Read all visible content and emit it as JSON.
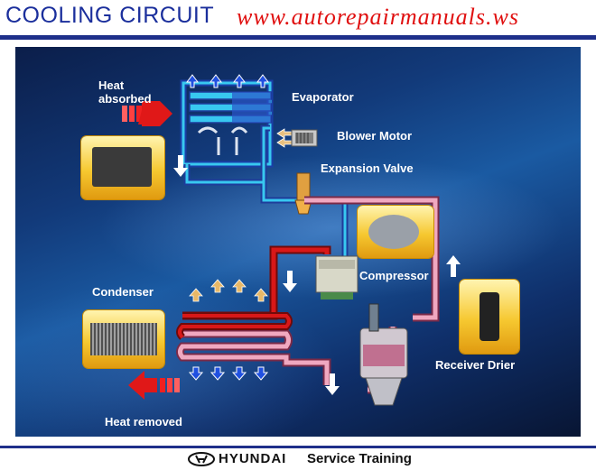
{
  "header": {
    "title": "COOLING CIRCUIT",
    "url": "www.autorepairmanuals.ws"
  },
  "labels": {
    "heat_absorbed": "Heat absorbed",
    "evaporator": "Evaporator",
    "blower_motor": "Blower Motor",
    "expansion_valve": "Expansion Valve",
    "compressor": "Compressor",
    "condenser": "Condenser",
    "receiver_drier": "Receiver Drier",
    "heat_removed": "Heat removed"
  },
  "footer": {
    "brand": "HYUNDAI",
    "rest": "Service Training"
  },
  "colors": {
    "title": "#1b2f9c",
    "url": "#e01010",
    "low_pressure_vapor": "#2a56c8",
    "low_pressure_liquid": "#38c8f0",
    "high_pressure_vapor": "#d81818",
    "high_pressure_liquid": "#f0a8c0",
    "airflow_cool": "#2050e0",
    "airflow_warm": "#e8b868",
    "heat": "#e01818"
  },
  "icons": [
    "heat-in-arrow-icon",
    "heat-out-arrow-icon",
    "airflow-arrow-icon",
    "flow-direction-arrow-icon",
    "hyundai-logo-icon"
  ]
}
